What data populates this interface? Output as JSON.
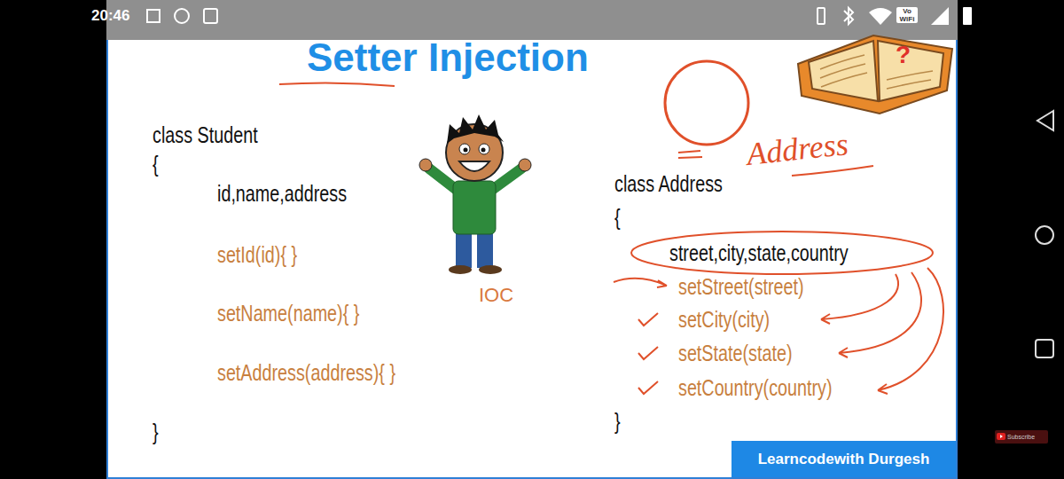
{
  "diagram": {
    "title": "Setter Injection",
    "nodes": [
      {
        "text": [
          "Address"
        ]
      },
      {
        "text": [
          "Learncodewith Durgesh"
        ]
      },
      {
        "text": [
          "Subscribe"
        ]
      }
    ],
    "labels": [
      "20:46",
      "Vo WiFi",
      "class Student",
      "{",
      "id,name,address",
      "setId(id){ }",
      "setName(name){ }",
      "setAddress(address){ }",
      "}",
      "IOC",
      "class Address",
      "{",
      "street,city,state,country",
      "setStreet(street)",
      "setCity(city)",
      "setState(state)",
      "setCountry(country)",
      "}",
      "?"
    ]
  }
}
